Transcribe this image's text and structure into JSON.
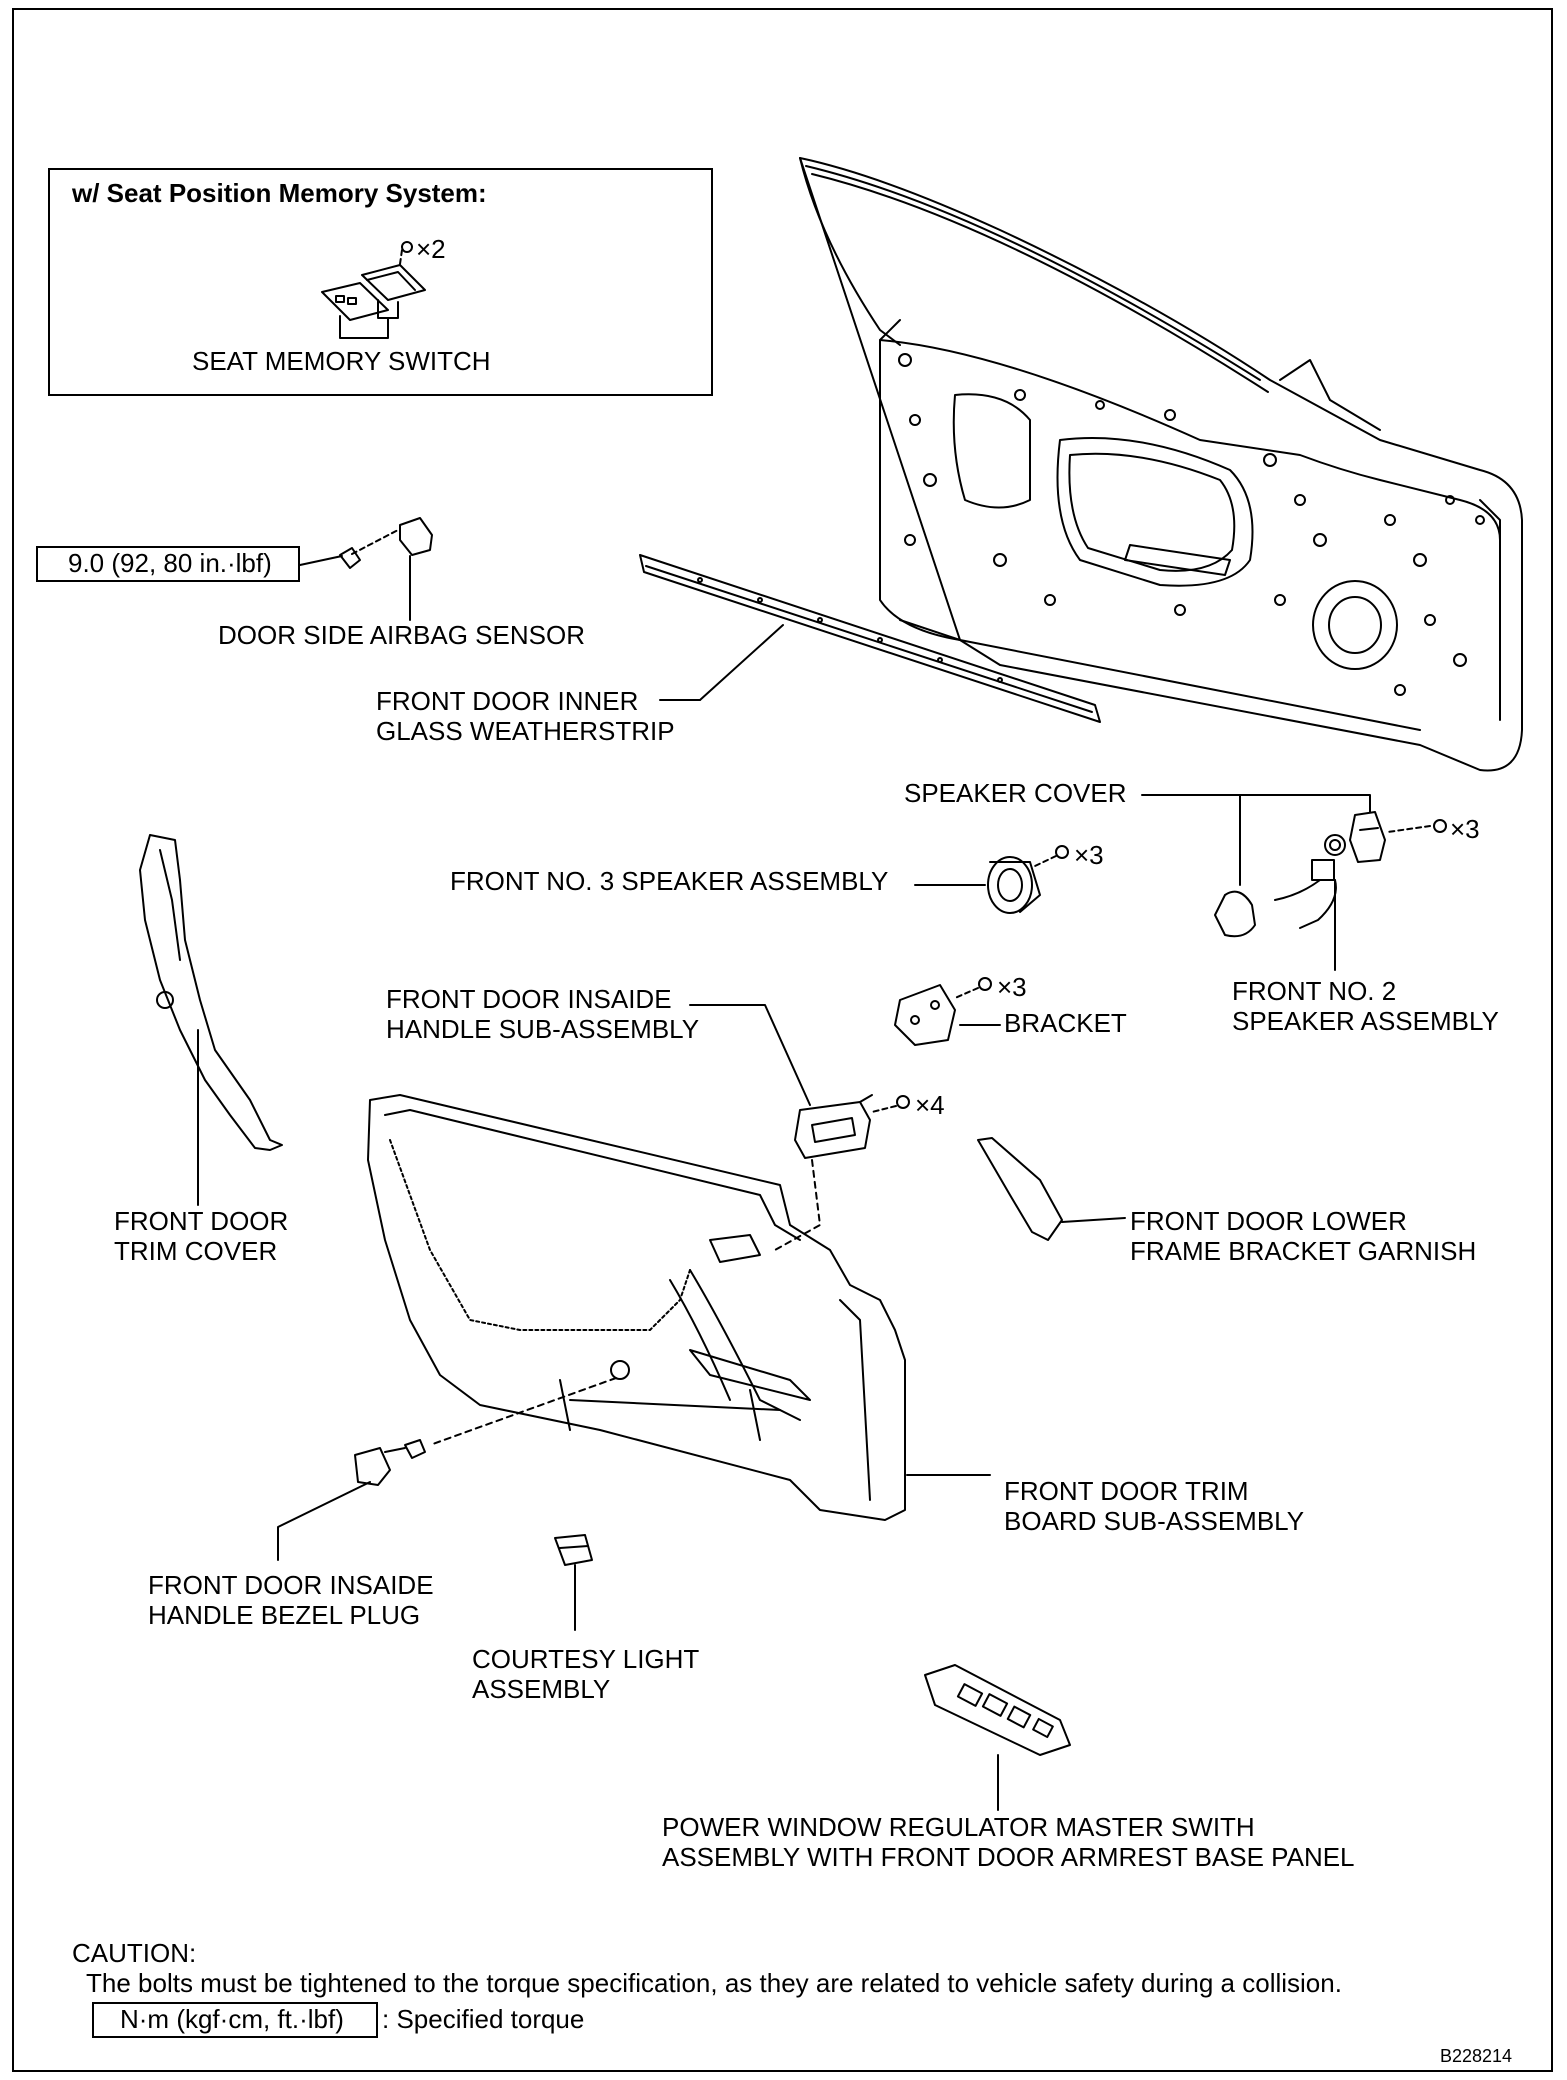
{
  "inset": {
    "title": "w/ Seat Position Memory System:",
    "part_label": "SEAT MEMORY SWITCH",
    "qty": "×2"
  },
  "torque": {
    "value_box": "9.0 (92, 80 in.·lbf)"
  },
  "labels": {
    "airbag_sensor": "DOOR SIDE AIRBAG SENSOR",
    "weatherstrip_l1": "FRONT DOOR INNER",
    "weatherstrip_l2": "GLASS WEATHERSTRIP",
    "speaker_cover": "SPEAKER COVER",
    "no3_speaker": "FRONT NO. 3 SPEAKER ASSEMBLY",
    "no2_speaker_l1": "FRONT NO. 2",
    "no2_speaker_l2": "SPEAKER ASSEMBLY",
    "inside_handle_l1": "FRONT DOOR INSAIDE",
    "inside_handle_l2": "HANDLE SUB-ASSEMBLY",
    "bracket": "BRACKET",
    "trim_cover_l1": "FRONT DOOR",
    "trim_cover_l2": "TRIM COVER",
    "lower_garnish_l1": "FRONT DOOR LOWER",
    "lower_garnish_l2": "FRAME BRACKET GARNISH",
    "trim_board_l1": "FRONT DOOR TRIM",
    "trim_board_l2": "BOARD SUB-ASSEMBLY",
    "bezel_plug_l1": "FRONT DOOR INSAIDE",
    "bezel_plug_l2": "HANDLE BEZEL PLUG",
    "courtesy_l1": "COURTESY LIGHT",
    "courtesy_l2": "ASSEMBLY",
    "master_switch_l1": "POWER WINDOW REGULATOR MASTER SWITH",
    "master_switch_l2": "ASSEMBLY WITH FRONT DOOR ARMREST BASE PANEL"
  },
  "quantities": {
    "speaker_cover_clips": "×3",
    "no3_speaker_screws": "×3",
    "bracket_screws": "×3",
    "handle_screws": "×4"
  },
  "caution": {
    "heading": "CAUTION:",
    "text": "The bolts must be tightened to the torque specification, as they are related to vehicle safety during a collision.",
    "legend_box": "N·m (kgf·cm, ft.·lbf)",
    "legend_text": ": Specified torque"
  },
  "figure_code": "B228214"
}
